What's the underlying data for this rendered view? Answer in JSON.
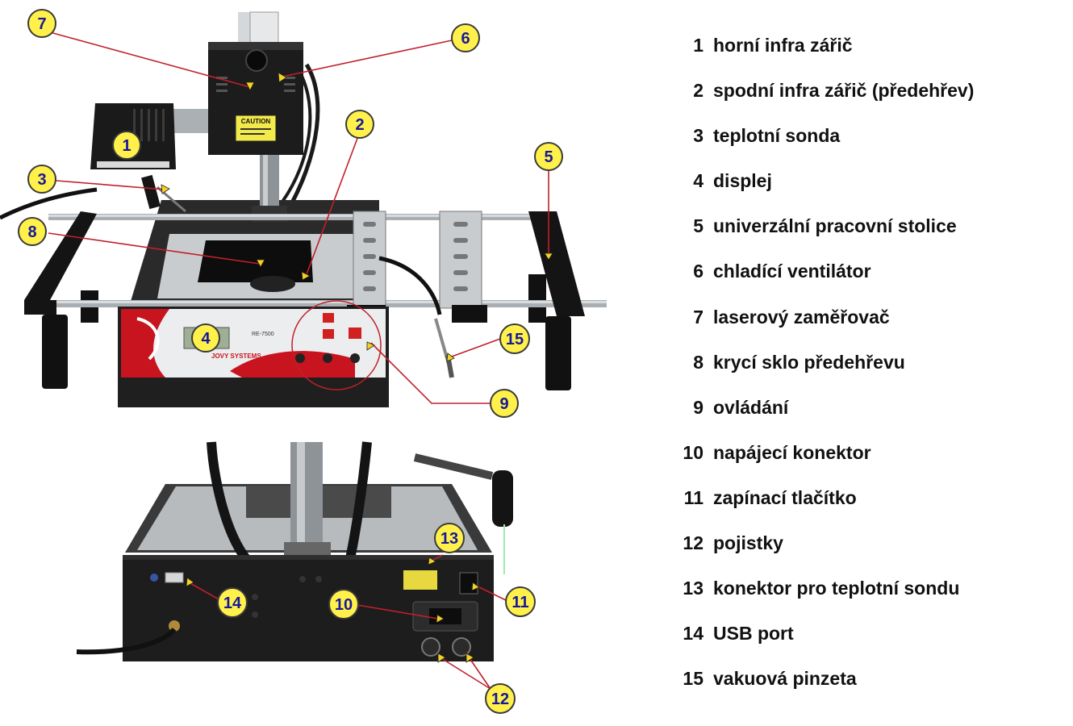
{
  "colors": {
    "callout_fill": "#FFF14A",
    "callout_text": "#17189A",
    "leader_line": "#C0202A",
    "pointer_marker": "#F4D320",
    "machine_red": "#C8141E",
    "machine_dark": "#222222",
    "metal": "#B9BEC2"
  },
  "machine": {
    "caution_label": "CAUTION",
    "brand": "JOVY SYSTEMS",
    "model": "RE-7500"
  },
  "callouts": {
    "c1": "1",
    "c2": "2",
    "c3": "3",
    "c4": "4",
    "c5": "5",
    "c6": "6",
    "c7": "7",
    "c8": "8",
    "c9": "9",
    "c10": "10",
    "c11": "11",
    "c12": "12",
    "c13": "13",
    "c14": "14",
    "c15": "15"
  },
  "legend": [
    {
      "num": "1",
      "text": "horní infra zářič"
    },
    {
      "num": "2",
      "text": "spodní infra zářič (předehřev)"
    },
    {
      "num": "3",
      "text": "teplotní sonda"
    },
    {
      "num": "4",
      "text": "displej"
    },
    {
      "num": "5",
      "text": "univerzální pracovní stolice"
    },
    {
      "num": "6",
      "text": "chladící ventilátor"
    },
    {
      "num": "7",
      "text": "laserový zaměřovač"
    },
    {
      "num": "8",
      "text": "krycí sklo předehřevu"
    },
    {
      "num": "9",
      "text": "ovládání"
    },
    {
      "num": "10",
      "text": "napájecí konektor"
    },
    {
      "num": "11",
      "text": "zapínací tlačítko"
    },
    {
      "num": "12",
      "text": "pojistky"
    },
    {
      "num": "13",
      "text": "konektor pro teplotní sondu"
    },
    {
      "num": "14",
      "text": "USB port"
    },
    {
      "num": "15",
      "text": "vakuová pinzeta"
    }
  ]
}
